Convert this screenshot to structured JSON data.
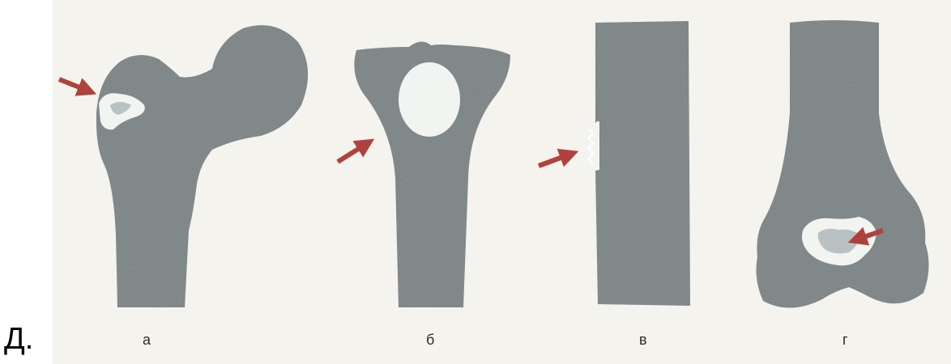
{
  "prefix": "Д.",
  "labels": {
    "a": "а",
    "b": "б",
    "v": "в",
    "g": "г"
  },
  "colors": {
    "paper": "#f4f3ee",
    "bone": "#8d9597",
    "bone_dark": "#7f888b",
    "lesion": "#f2f4f2",
    "lesion_core": "#b9c1c2",
    "arrow": "#b0423d"
  },
  "icons": {
    "arrow": "arrow-icon"
  }
}
